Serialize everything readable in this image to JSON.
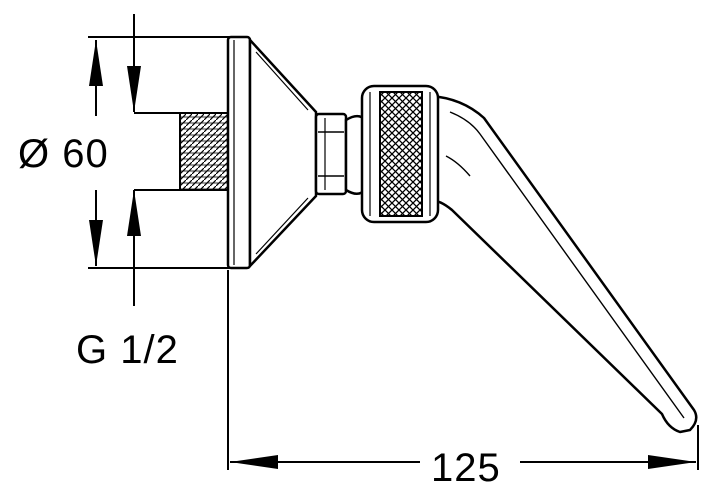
{
  "dimensions": {
    "diameter_label": "Ø 60",
    "thread_label": "G 1/2",
    "length_label": "125"
  },
  "colors": {
    "line": "#000000",
    "background": "#ffffff"
  }
}
